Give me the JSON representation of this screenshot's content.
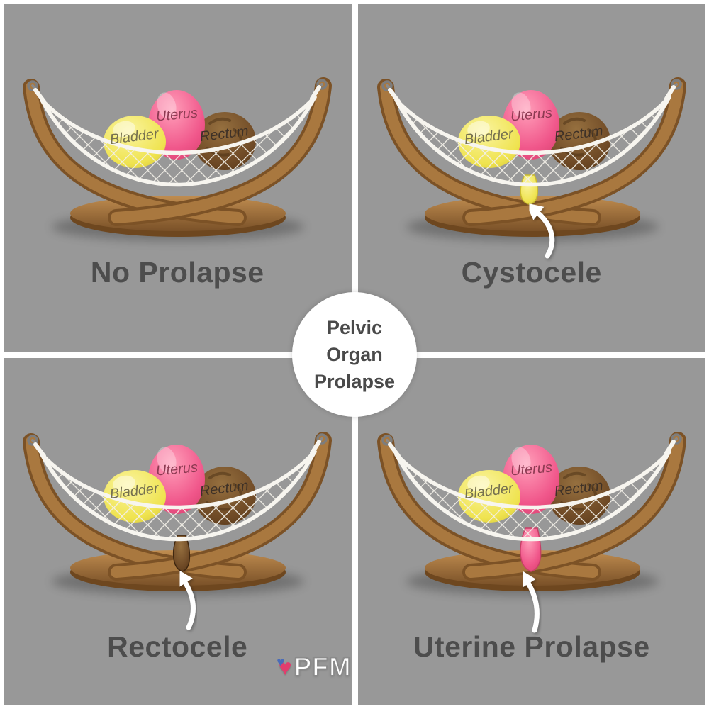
{
  "title_badge": {
    "line1": "Pelvic",
    "line2": "Organ",
    "line3": "Prolapse"
  },
  "panels": [
    {
      "caption": "No Prolapse",
      "prolapsed_organ": "none",
      "organ_labels": {
        "bladder": "Bladder",
        "uterus": "Uterus",
        "rectum": "Rectum"
      }
    },
    {
      "caption": "Cystocele",
      "prolapsed_organ": "bladder",
      "organ_labels": {
        "bladder": "Bladder",
        "uterus": "Uterus",
        "rectum": "Rectum"
      }
    },
    {
      "caption": "Rectocele",
      "prolapsed_organ": "rectum",
      "organ_labels": {
        "bladder": "Bladder",
        "uterus": "Uterus",
        "rectum": "Rectum"
      }
    },
    {
      "caption": "Uterine Prolapse",
      "prolapsed_organ": "uterus",
      "organ_labels": {
        "bladder": "Bladder",
        "uterus": "Uterus",
        "rectum": "Rectum"
      }
    }
  ],
  "logo": {
    "text": "PFM",
    "heart_glyph": "♥"
  },
  "colors": {
    "background": "#989898",
    "divider": "#ffffff",
    "caption_text": "#4d4d4d",
    "bladder": "#efe34f",
    "uterus": "#f0568a",
    "rectum": "#6f4a26",
    "wood": "#9a6b3a",
    "net": "#f2efe7"
  }
}
